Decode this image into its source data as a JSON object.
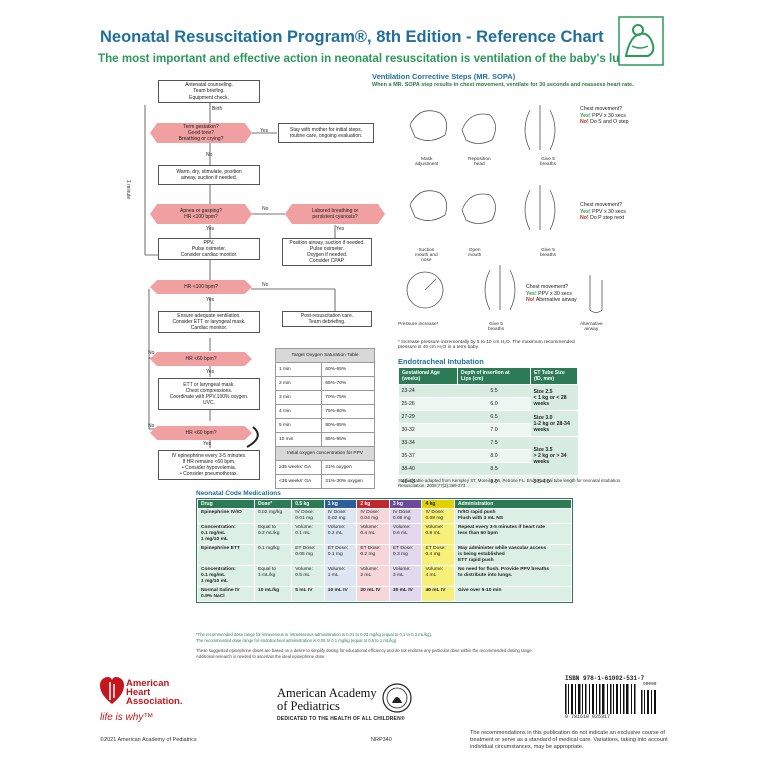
{
  "header": {
    "title": "Neonatal Resuscitation Program®, 8th Edition - Reference Chart",
    "subtitle": "The most important and effective action in neonatal resuscitation is ventilation of the baby's lungs."
  },
  "flow": {
    "antenatal": "Antenatal counseling.\nTeam briefing.\nEquipment check.",
    "birth": "Birth",
    "term": "Term gestation?\nGood tone?\nBreathing or crying?",
    "stay": "Stay with mother for initial steps,\nroutine care, ongoing evaluation.",
    "warm": "Warm, dry, stimulate, position\nairway, suction if needed.",
    "apnea": "Apnea or gasping?\nHR <100 bpm?",
    "labored": "Labored breathing or\npersistent cyanosis?",
    "ppv": "PPV.\nPulse oximeter.\nConsider cardiac monitor.",
    "position": "Position airway, suction if needed.\nPulse oximeter.\nOxygen if needed.\nConsider CPAP.",
    "hr100": "HR <100 bpm?",
    "ensure": "Ensure adequate ventilation.\nConsider ETT or laryngeal mask.\nCardiac monitor.",
    "post": "Post-resuscitation care.\nTeam debriefing.",
    "hr60a": "HR <60 bpm?",
    "ett": "ETT or laryngeal mask.\nChest compressions.\nCoordinate with PPV.100% oxygen.\nUVC.",
    "hr60b": "HR <60 bpm?",
    "epi": "IV epinephrine every 3-5 minutes.\nIf HR remains <60 bpm,\n• Consider hypovolemia.\n• Consider pneumothorax.",
    "yes": "Yes",
    "no": "No",
    "one_minute": "1 minute"
  },
  "o2": {
    "title": "Target Oxygen Saturation Table",
    "rows": [
      [
        "1 min",
        "60%-65%"
      ],
      [
        "2 min",
        "65%-70%"
      ],
      [
        "3 min",
        "70%-75%"
      ],
      [
        "4 min",
        "75%-80%"
      ],
      [
        "5 min",
        "80%-85%"
      ],
      [
        "10 min",
        "85%-95%"
      ]
    ],
    "init_title": "Initial oxygen concentration for PPV",
    "init_rows": [
      [
        "≥35 weeks' GA",
        "21% oxygen"
      ],
      [
        "<35 weeks' GA",
        "21%-30% oxygen"
      ]
    ]
  },
  "sopa": {
    "title": "Ventilation Corrective Steps (MR. SOPA)",
    "subtitle": "When a MR. SOPA step results in chest movement, ventilate for 30 seconds and reassess heart rate.",
    "labels": [
      "Mask\nadjustment",
      "Reposition\nhead",
      "Give 5\nbreaths",
      "Suction\nmouth and\nnose",
      "Open\nmouth",
      "Give 5\nbreaths",
      "Pressure increase*",
      "Give 5\nbreaths",
      "Alternative\nairway"
    ],
    "q1": "Chest movement?",
    "y1": "Yes!",
    "y1t": "PPV x 30 secs",
    "n1": "No!",
    "n1t": "Do S and O step",
    "q2": "Chest movement?",
    "y2": "Yes!",
    "y2t": "PPV x 30 secs",
    "n2": "No!",
    "n2t": "Do P step next",
    "q3": "Chest movement?",
    "y3": "Yes!",
    "y3t": "PPV x 30 secs",
    "n3": "No!",
    "n3t": "Alternative airway",
    "note": "* Increase pressure incrementally by 5 to 10 cm H₂O. The maximum recommended\npressure is 40 cm H₂O in a term baby."
  },
  "ett_table": {
    "title": "Endotracheal Intubation",
    "headers": [
      "Gestational Age\n(weeks)",
      "Depth of Insertion at\nLips (cm)",
      "ET Tube Size\n(ID, mm)"
    ],
    "rows": [
      [
        "23-24",
        "5.5"
      ],
      [
        "25-26",
        "6.0"
      ],
      [
        "27-29",
        "6.5"
      ],
      [
        "30-32",
        "7.0"
      ],
      [
        "33-34",
        "7.5"
      ],
      [
        "35-37",
        "8.0"
      ],
      [
        "38-40",
        "8.5"
      ],
      [
        "41-43",
        "9.0"
      ]
    ],
    "sizes": [
      "Size 2.5\n< 1 kg or < 28 weeks",
      "Size 3.0\n1-2 kg or 28-34 weeks",
      "Size 3.5\n> 2 kg or > 34 weeks",
      "3.5-4.0"
    ],
    "source": "Studied table adapted from Kempley ST, Moreira JW, Petrone FL. Endotracheal tube length for neonatal intubation.\nResuscitation. 2008;77(3):369-373."
  },
  "meds": {
    "title": "Neonatal Code Medications",
    "headers": [
      "Drug",
      "Dose*",
      "0.5 kg",
      "1 kg",
      "2 kg",
      "3 kg",
      "4 kg",
      "Administration"
    ],
    "epi_iv": {
      "drug": "Epinephrine IV/IO",
      "dose": "0.02 mg/kg",
      "d": [
        "IV Dose:\n0.01 mg",
        "IV Dose:\n0.02 mg",
        "IV Dose:\n0.04 mg",
        "IV Dose:\n0.06 mg",
        "IV Dose:\n0.08 mg"
      ],
      "admin": "IV/IO rapid push\nFlush with 3 mL NS"
    },
    "epi_iv2": {
      "drug": "Concentration:\n0.1 mg/mL\n1 mg/10 mL",
      "dose": "Equal to\n0.2 mL/kg",
      "d": [
        "Volume:\n0.1 mL",
        "Volume:\n0.2 mL",
        "Volume:\n0.4 mL",
        "Volume:\n0.6 mL",
        "Volume:\n0.8 mL"
      ],
      "admin": "Repeat every 3-5 minutes if heart rate\nless than 60 bpm"
    },
    "epi_ett": {
      "drug": "Epinephrine ETT",
      "dose": "0.1 mg/kg",
      "d": [
        "ET Dose:\n0.05 mg",
        "ET Dose:\n0.1 mg",
        "ET Dose:\n0.2 mg",
        "ET Dose:\n0.3 mg",
        "ET Dose:\n0.4 mg"
      ],
      "admin": "May administer while vascular access\nis being established\nETT rapid push"
    },
    "epi_ett2": {
      "drug": "Concentration:\n0.1 mg/mL\n1 mg/10 mL",
      "dose": "Equal to\n1 mL/kg",
      "d": [
        "Volume:\n0.5 mL",
        "Volume:\n1 mL",
        "Volume:\n2 mL",
        "Volume:\n3 mL",
        "Volume:\n4 mL"
      ],
      "admin": "No need for flush. Provide PPV breaths\nto distribute into lungs."
    },
    "saline": {
      "drug": "Normal Saline IV\n0.9% NaCl",
      "dose": "10 mL/kg",
      "d": [
        "5 mL IV",
        "10 mL IV",
        "20 mL IV",
        "30 mL IV",
        "40 mL IV"
      ],
      "admin": "Give over 5-10 min"
    },
    "foot1": "*The recommended dose range for intravenous or intraosseous administration is 0.01 to 0.03 mg/kg (equal to 0.1 to 0.3 mL/kg).",
    "foot2": "The recommended dose range for endotracheal administration is 0.05 to 0.1 mg/kg (equal to 0.5 to 1 mL/kg).",
    "foot3": "These suggested epinephrine doses are based on a desire to simplify dosing for educational efficiency and do not endorse any particular dose within the recommended dosing range.\nAdditional research is needed to ascertain the ideal epinephrine dose."
  },
  "isbn": "ISBN 978-1-61002-531-7",
  "barcode_num": "9 781610 025317",
  "barcode_small": "90000",
  "aha": {
    "l1": "American",
    "l2": "Heart",
    "l3": "Association.",
    "tag": "life is why™"
  },
  "aap": {
    "l1": "American Academy",
    "l2": "of Pediatrics",
    "tag": "DEDICATED TO THE HEALTH OF ALL CHILDREN®"
  },
  "copyright": "©2021 American Academy of Pediatrics",
  "code": "NRP340",
  "disclaimer": "The recommendations in this publication do not indicate an exclusive course of\ntreatment or serve as a standard of medical care. Variations, taking into account\nindividual circumstances, may be appropriate."
}
